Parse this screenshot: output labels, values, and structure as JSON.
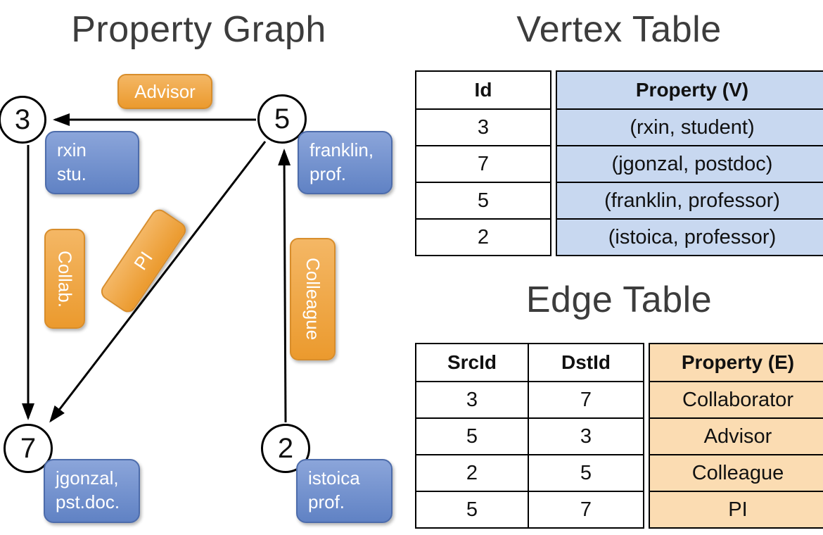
{
  "graph": {
    "title": "Property Graph",
    "nodes": {
      "n3": "3",
      "n5": "5",
      "n7": "7",
      "n2": "2"
    },
    "vertex_props": {
      "v3": {
        "line1": "rxin",
        "line2": "stu."
      },
      "v5": {
        "line1": "franklin,",
        "line2": "prof."
      },
      "v7": {
        "line1": "jgonzal,",
        "line2": "pst.doc."
      },
      "v2": {
        "line1": "istoica",
        "line2": "prof."
      }
    },
    "edge_labels": {
      "advisor": "Advisor",
      "collab": "Collab.",
      "pi": "PI",
      "colleague": "Colleague"
    }
  },
  "vertex_table": {
    "title": "Vertex Table",
    "columns": {
      "id": "Id",
      "property": "Property (V)"
    },
    "rows": [
      {
        "id": "3",
        "property": "(rxin, student)"
      },
      {
        "id": "7",
        "property": "(jgonzal, postdoc)"
      },
      {
        "id": "5",
        "property": "(franklin, professor)"
      },
      {
        "id": "2",
        "property": "(istoica, professor)"
      }
    ]
  },
  "edge_table": {
    "title": "Edge Table",
    "columns": {
      "src": "SrcId",
      "dst": "DstId",
      "property": "Property (E)"
    },
    "rows": [
      {
        "src": "3",
        "dst": "7",
        "property": "Collaborator"
      },
      {
        "src": "5",
        "dst": "3",
        "property": "Advisor"
      },
      {
        "src": "2",
        "dst": "5",
        "property": "Colleague"
      },
      {
        "src": "5",
        "dst": "7",
        "property": "PI"
      }
    ]
  },
  "colors": {
    "vertex_property_fill": "#c8d8f0",
    "edge_property_fill": "#fbdcb2",
    "vertex_box": "#6082c4",
    "edge_box": "#eb9a2e",
    "arrow": "#000000"
  }
}
